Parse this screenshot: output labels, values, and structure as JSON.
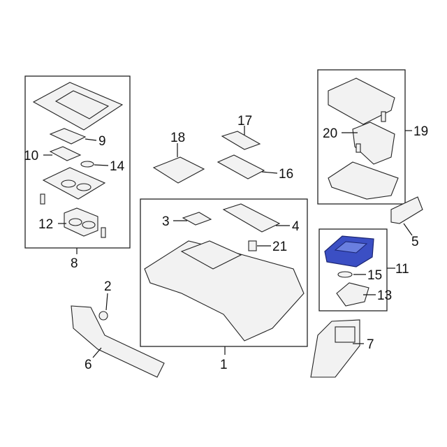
{
  "diagram": {
    "highlight_color": "#3b4fc4",
    "callouts": [
      {
        "id": "1",
        "label": "1"
      },
      {
        "id": "2",
        "label": "2"
      },
      {
        "id": "3",
        "label": "3"
      },
      {
        "id": "4",
        "label": "4"
      },
      {
        "id": "5",
        "label": "5"
      },
      {
        "id": "6",
        "label": "6"
      },
      {
        "id": "7",
        "label": "7"
      },
      {
        "id": "8",
        "label": "8"
      },
      {
        "id": "9",
        "label": "9"
      },
      {
        "id": "10",
        "label": "10"
      },
      {
        "id": "11",
        "label": "11"
      },
      {
        "id": "12",
        "label": "12"
      },
      {
        "id": "13",
        "label": "13"
      },
      {
        "id": "14",
        "label": "14"
      },
      {
        "id": "15",
        "label": "15"
      },
      {
        "id": "16",
        "label": "16"
      },
      {
        "id": "17",
        "label": "17"
      },
      {
        "id": "18",
        "label": "18"
      },
      {
        "id": "19",
        "label": "19"
      },
      {
        "id": "20",
        "label": "20"
      },
      {
        "id": "21",
        "label": "21"
      }
    ]
  }
}
